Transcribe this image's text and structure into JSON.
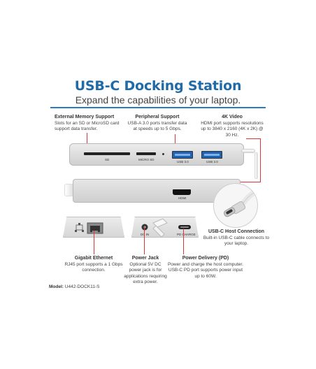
{
  "header": {
    "title": "USB-C Docking Station",
    "subtitle": "Expand the capabilities of your laptop."
  },
  "features": {
    "memory": {
      "title": "External Memory Support",
      "body": "Slots for an SD or MicroSD card support data transfer."
    },
    "peripheral": {
      "title": "Peripheral Support",
      "body": "USB-A 3.0 ports transfer data at speeds up to 5 Gbps."
    },
    "video": {
      "title": "4K Video",
      "body": "HDMI port supports resolutions up to 3840 x 2160 (4K x 2K) @ 30 Hz."
    },
    "host": {
      "title": "USB-C Host Connection",
      "body": "Built-in USB-C cable connects to your laptop."
    },
    "ethernet": {
      "title": "Gigabit Ethernet",
      "body": "RJ45 port supports a 1 Gbps connection."
    },
    "power_jack": {
      "title": "Power Jack",
      "body": "Optional 5V DC power jack is for applications requiring extra power."
    },
    "pd": {
      "title": "Power Delivery (PD)",
      "body": "Power and charge the host computer. USB-C PD port supports power input up to 60W."
    }
  },
  "device_labels": {
    "sd": "SD",
    "microsd": "MICRO SD",
    "usb1": "USB 3.0",
    "usb2": "USB 3.0",
    "hdmi": "HDMI",
    "dc": "DC IN",
    "pd": "PD CHARGE"
  },
  "model": {
    "label": "Model:",
    "value": "U442-DOCK11-S"
  },
  "colors": {
    "title_blue": "#1f6aa8",
    "rule_blue": "#2b7bc0",
    "leader_red": "#e0333a",
    "usb_blue": "#1e62b6"
  }
}
